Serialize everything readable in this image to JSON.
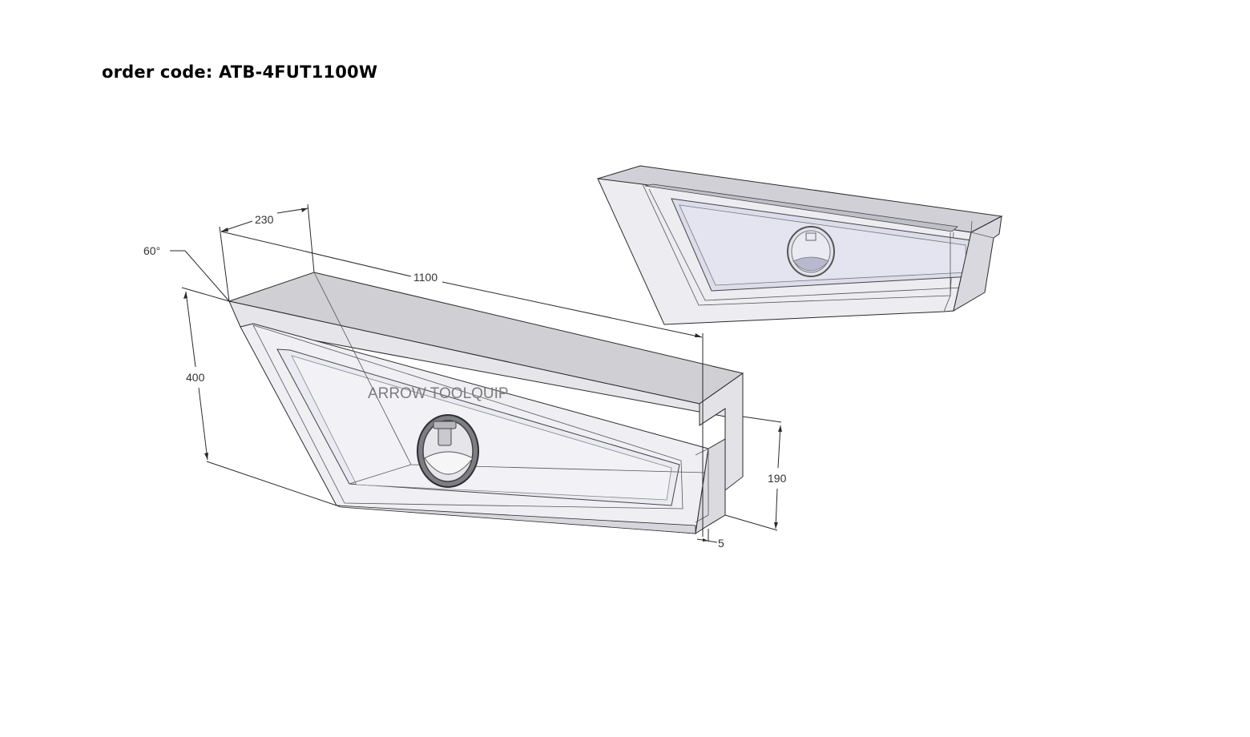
{
  "header": {
    "order_code": "order code: ATB-4FUT1100W"
  },
  "drawing": {
    "brand_text": "ARROW TOOLQUIP",
    "dimensions": {
      "angle": "60°",
      "depth": "230",
      "length": "1100",
      "height": "400",
      "lip_height": "190",
      "lip_offset": "5"
    }
  },
  "colors": {
    "top_face": "#cfcfd4",
    "body_fill": "#eeeef2",
    "panel_fill": "#e8e8f1",
    "line": "#2a2a2a"
  }
}
